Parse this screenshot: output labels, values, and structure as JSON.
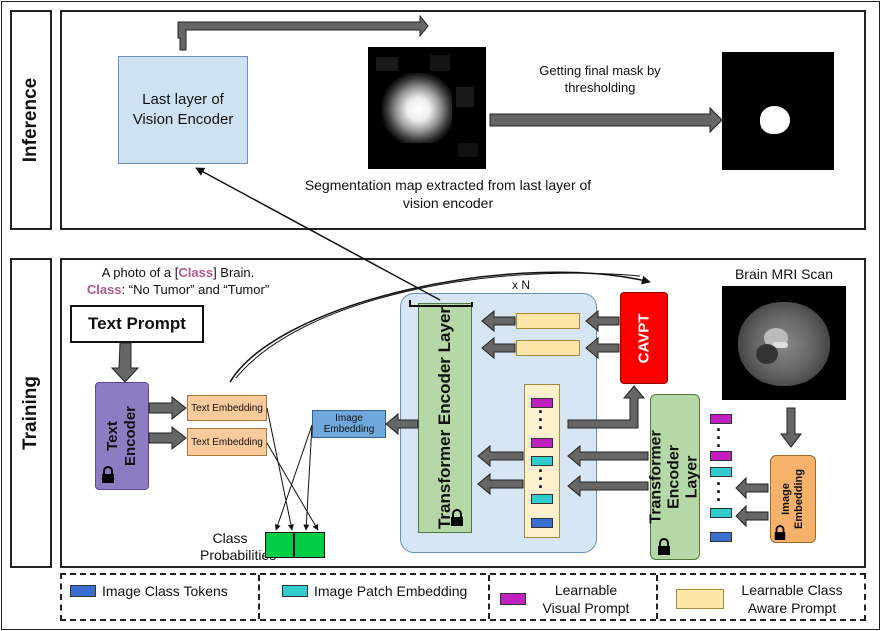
{
  "sections": {
    "inference": "Inference",
    "training": "Training"
  },
  "inference": {
    "vision_encoder_box": "Last layer of Vision Encoder",
    "threshold_text": "Getting final mask by thresholding",
    "segmap_caption": "Segmentation map extracted from last layer of vision encoder"
  },
  "training": {
    "prompt_line1_prefix": "A photo of a [",
    "prompt_line1_class": "Class",
    "prompt_line1_suffix": "] Brain.",
    "prompt_line2_class": "Class",
    "prompt_line2_rest": ": “No Tumor” and “Tumor”",
    "text_prompt": "Text Prompt",
    "text_encoder": "Text Encoder",
    "text_embedding_1": "Text Embedding",
    "text_embedding_2": "Text Embedding",
    "image_embedding_mid": "Image Embedding",
    "class_probabilities": "Class Probabilities",
    "xn_label": "x N",
    "transformer_layer_main": "Transformer Encoder Layer",
    "cavpt": "CAVPT",
    "brain_mri_label": "Brain MRI Scan",
    "transformer_layer_right": "Transformer Encoder Layer",
    "image_embedding_right": "Image Embedding"
  },
  "legend": [
    {
      "label": "Image Class Tokens",
      "color": "#3a6fd0"
    },
    {
      "label": "Image Patch Embedding",
      "color": "#33cccc"
    },
    {
      "label": "Learnable Visual Prompt",
      "color": "#c020c0"
    },
    {
      "label": "Learnable Class Aware Prompt",
      "color": "#fde6a8"
    }
  ],
  "colors": {
    "vision_box": "#cfe2f3",
    "text_encoder": "#8e7cc3",
    "embedding": "#f9cb9c",
    "transformer": "#b6d7a8",
    "outer_blue": "#d6e6f5",
    "cavpt": "#ff0000",
    "image_embed_blue": "#6fa8dc",
    "prob_green": "#00cc44",
    "token_col_bg": "#fdf0cf",
    "image_embed_orange": "#f6b26b"
  },
  "icons": [
    "lock-icon",
    "arrow-icon",
    "ellipsis-icon"
  ]
}
